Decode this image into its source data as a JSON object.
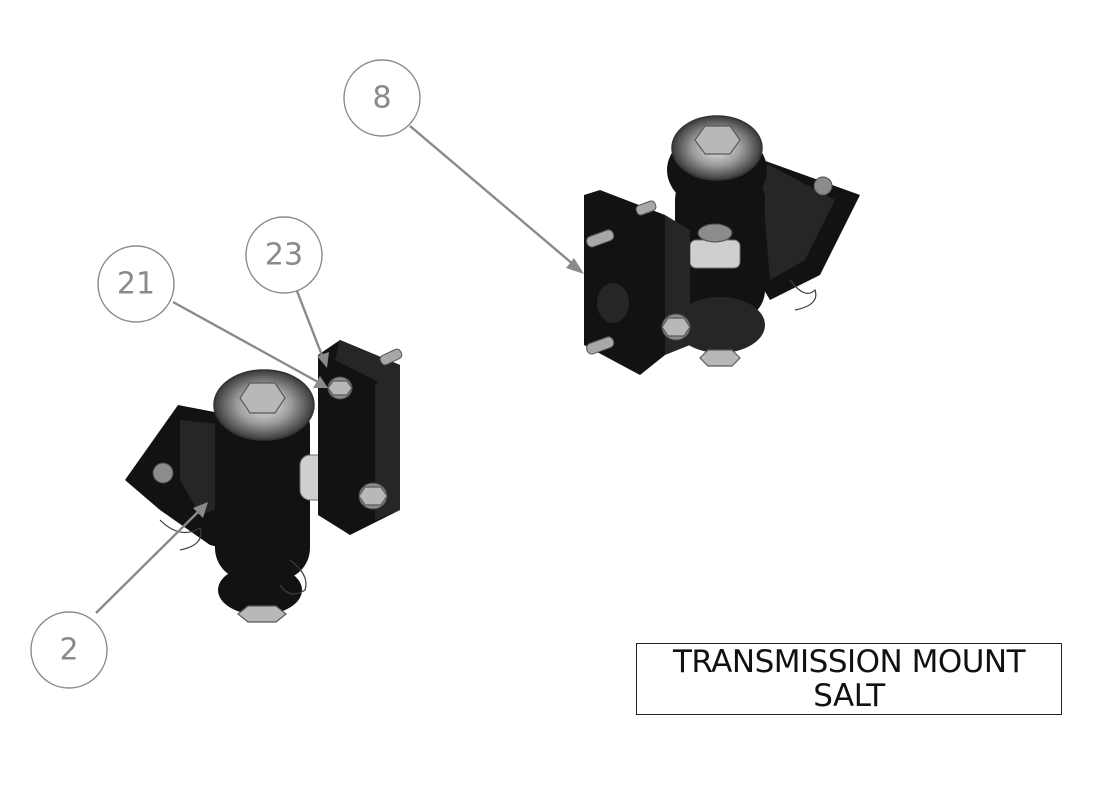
{
  "diagram": {
    "balloons": [
      {
        "id": "8",
        "label": "8"
      },
      {
        "id": "23",
        "label": "23"
      },
      {
        "id": "21",
        "label": "21"
      },
      {
        "id": "2",
        "label": "2"
      }
    ],
    "title": {
      "line1": "TRANSMISSION MOUNT",
      "line2": "SALT"
    },
    "parts": [
      "transmission-mount-assembly-right",
      "transmission-mount-assembly-left"
    ]
  }
}
